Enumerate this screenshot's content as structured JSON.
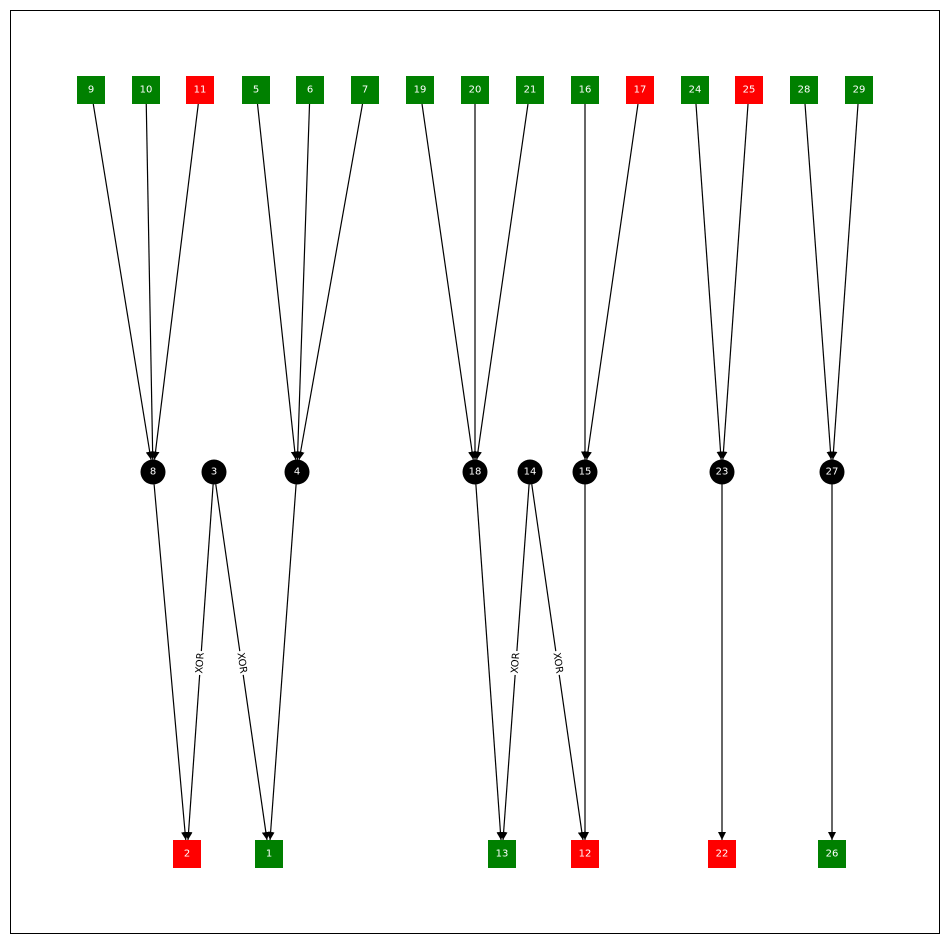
{
  "colors": {
    "input_true": "#008000",
    "input_false": "#ff0000",
    "gate": "#000000",
    "edge": "#000000",
    "frame": "#000000"
  },
  "nodes": [
    {
      "id": "9",
      "label": "9",
      "kind": "input",
      "color": "green"
    },
    {
      "id": "10",
      "label": "10",
      "kind": "input",
      "color": "green"
    },
    {
      "id": "11",
      "label": "11",
      "kind": "input",
      "color": "red"
    },
    {
      "id": "5",
      "label": "5",
      "kind": "input",
      "color": "green"
    },
    {
      "id": "6",
      "label": "6",
      "kind": "input",
      "color": "green"
    },
    {
      "id": "7",
      "label": "7",
      "kind": "input",
      "color": "green"
    },
    {
      "id": "19",
      "label": "19",
      "kind": "input",
      "color": "green"
    },
    {
      "id": "20",
      "label": "20",
      "kind": "input",
      "color": "green"
    },
    {
      "id": "21",
      "label": "21",
      "kind": "input",
      "color": "green"
    },
    {
      "id": "16",
      "label": "16",
      "kind": "input",
      "color": "green"
    },
    {
      "id": "17",
      "label": "17",
      "kind": "input",
      "color": "red"
    },
    {
      "id": "24",
      "label": "24",
      "kind": "input",
      "color": "green"
    },
    {
      "id": "25",
      "label": "25",
      "kind": "input",
      "color": "red"
    },
    {
      "id": "28",
      "label": "28",
      "kind": "input",
      "color": "green"
    },
    {
      "id": "29",
      "label": "29",
      "kind": "input",
      "color": "green"
    },
    {
      "id": "8",
      "label": "8",
      "kind": "gate"
    },
    {
      "id": "3",
      "label": "3",
      "kind": "gate"
    },
    {
      "id": "4",
      "label": "4",
      "kind": "gate"
    },
    {
      "id": "18",
      "label": "18",
      "kind": "gate"
    },
    {
      "id": "14",
      "label": "14",
      "kind": "gate"
    },
    {
      "id": "15",
      "label": "15",
      "kind": "gate"
    },
    {
      "id": "23",
      "label": "23",
      "kind": "gate"
    },
    {
      "id": "27",
      "label": "27",
      "kind": "gate"
    },
    {
      "id": "2",
      "label": "2",
      "kind": "output",
      "color": "red"
    },
    {
      "id": "1",
      "label": "1",
      "kind": "output",
      "color": "green"
    },
    {
      "id": "13",
      "label": "13",
      "kind": "output",
      "color": "green"
    },
    {
      "id": "12",
      "label": "12",
      "kind": "output",
      "color": "red"
    },
    {
      "id": "22",
      "label": "22",
      "kind": "output",
      "color": "red"
    },
    {
      "id": "26",
      "label": "26",
      "kind": "output",
      "color": "green"
    }
  ],
  "edges": [
    {
      "from": "9",
      "to": "8"
    },
    {
      "from": "10",
      "to": "8"
    },
    {
      "from": "11",
      "to": "8"
    },
    {
      "from": "5",
      "to": "4"
    },
    {
      "from": "6",
      "to": "4"
    },
    {
      "from": "7",
      "to": "4"
    },
    {
      "from": "19",
      "to": "18"
    },
    {
      "from": "20",
      "to": "18"
    },
    {
      "from": "21",
      "to": "18"
    },
    {
      "from": "16",
      "to": "15"
    },
    {
      "from": "17",
      "to": "15"
    },
    {
      "from": "24",
      "to": "23"
    },
    {
      "from": "25",
      "to": "23"
    },
    {
      "from": "28",
      "to": "27"
    },
    {
      "from": "29",
      "to": "27"
    },
    {
      "from": "8",
      "to": "2"
    },
    {
      "from": "3",
      "to": "2",
      "label": "XOR"
    },
    {
      "from": "3",
      "to": "1",
      "label": "XOR"
    },
    {
      "from": "4",
      "to": "1"
    },
    {
      "from": "18",
      "to": "13"
    },
    {
      "from": "14",
      "to": "13",
      "label": "XOR"
    },
    {
      "from": "14",
      "to": "12",
      "label": "XOR"
    },
    {
      "from": "15",
      "to": "12"
    },
    {
      "from": "23",
      "to": "22"
    },
    {
      "from": "27",
      "to": "26"
    }
  ]
}
